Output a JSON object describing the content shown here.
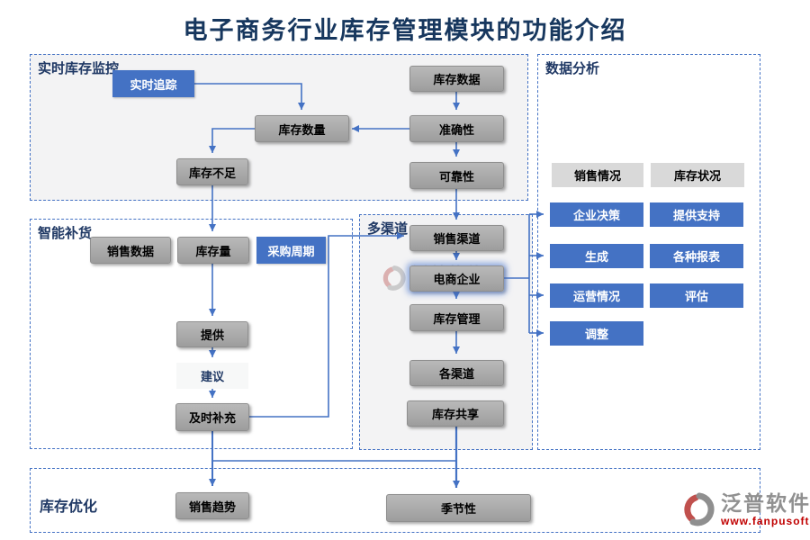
{
  "title": "电子商务行业库存管理模块的功能介绍",
  "containers": {
    "realtime_monitor": "实时库存监控",
    "smart_replenish": "智能补货",
    "multi_channel": "多渠道",
    "data_analysis": "数据分析",
    "inventory_optimize": "库存优化"
  },
  "nodes": {
    "realtime_tracking": "实时追踪",
    "inventory_data": "库存数据",
    "inventory_quantity": "库存数量",
    "accuracy": "准确性",
    "inventory_shortage": "库存不足",
    "reliability": "可靠性",
    "sales_data": "销售数据",
    "inventory_level": "库存量",
    "purchase_cycle": "采购周期",
    "provide": "提供",
    "suggestion": "建议",
    "timely_replenish": "及时补充",
    "sales_channels": "销售渠道",
    "ecommerce_enterprise": "电商企业",
    "inventory_management": "库存管理",
    "each_channel": "各渠道",
    "inventory_sharing": "库存共享",
    "sales_status": "销售情况",
    "inventory_status": "库存状况",
    "enterprise_decision": "企业决策",
    "provide_support": "提供支持",
    "generate": "生成",
    "various_reports": "各种报表",
    "operation_status": "运营情况",
    "evaluate": "评估",
    "adjust": "调整",
    "sales_trend": "销售趋势",
    "seasonality": "季节性"
  },
  "brand": {
    "name": "泛普软件",
    "url": "www.fanpusoft.com"
  },
  "colors": {
    "accent_blue": "#4472c4",
    "node_gray": "#a6a6a6",
    "light_gray": "#d9d9d9",
    "title_navy": "#17375e",
    "brand_red": "#c00000"
  }
}
